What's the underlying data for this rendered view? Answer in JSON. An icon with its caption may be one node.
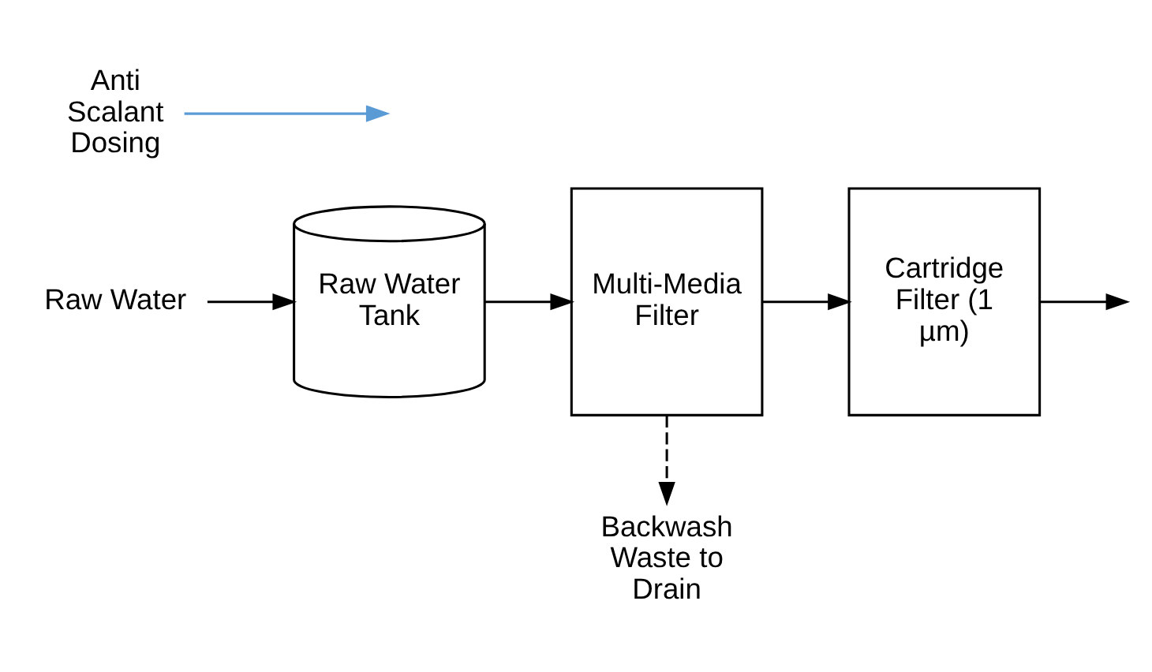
{
  "diagram": {
    "nodes": [
      {
        "text": [
          "Raw Water"
        ]
      },
      {
        "text": [
          "Raw Water Tank"
        ]
      },
      {
        "text": [
          "Multi-Media Filter"
        ]
      },
      {
        "text": [
          "Cartridge Filter (1 µm)"
        ]
      },
      {
        "text": [
          "Anti Scalant Dosing"
        ]
      },
      {
        "text": [
          "Backwash Waste to Drain"
        ]
      }
    ],
    "edges": [
      {
        "from": 0,
        "to": 1,
        "arrow": "to"
      },
      {
        "from": 1,
        "to": 2,
        "arrow": "to"
      },
      {
        "from": 2,
        "to": 3,
        "arrow": "to"
      },
      {
        "from": 3,
        "to": null,
        "arrow": "to"
      },
      {
        "from": 4,
        "to": null,
        "arrow": "to",
        "color": "#5b9bd5"
      },
      {
        "from": 2,
        "to": 5,
        "arrow": "to",
        "style": "dashed"
      }
    ]
  }
}
